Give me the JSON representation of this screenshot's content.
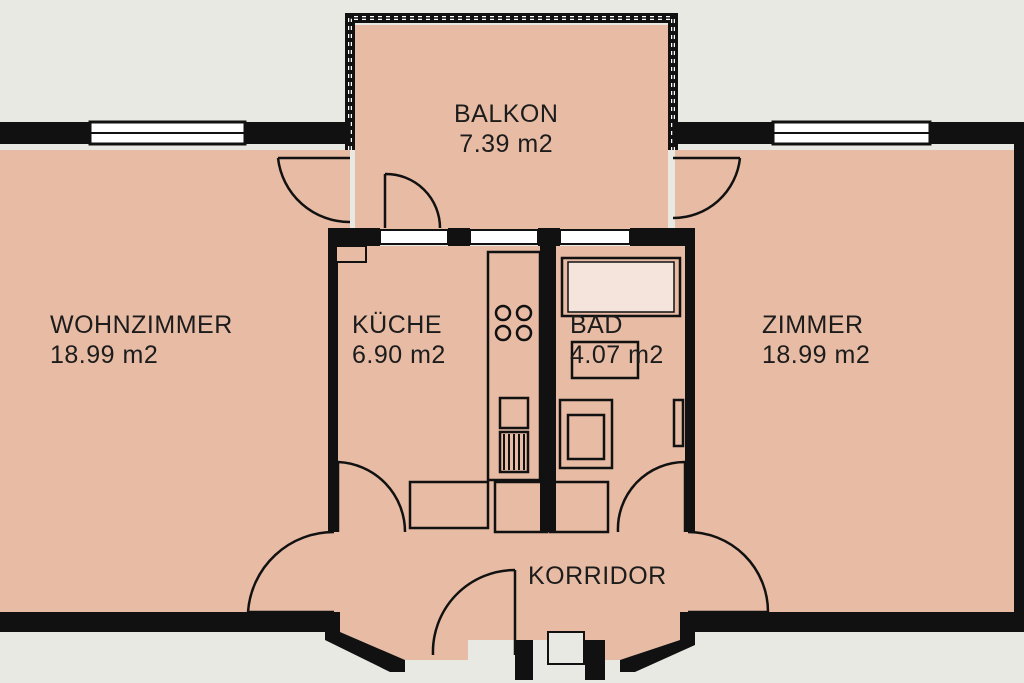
{
  "colors": {
    "room_fill": "#e7bba4",
    "wall": "#111111",
    "outside": "#e9e9e4",
    "fixture_fill": "#f4e4dc"
  },
  "rooms": {
    "balkon": {
      "name": "BALKON",
      "area": "7.39 m2"
    },
    "wohnzimmer": {
      "name": "WOHNZIMMER",
      "area": "18.99 m2"
    },
    "kueche": {
      "name": "KÜCHE",
      "area": "6.90 m2"
    },
    "bad": {
      "name": "BAD",
      "area": "4.07 m2"
    },
    "zimmer": {
      "name": "ZIMMER",
      "area": "18.99 m2"
    },
    "korridor": {
      "name": "KORRIDOR"
    }
  }
}
